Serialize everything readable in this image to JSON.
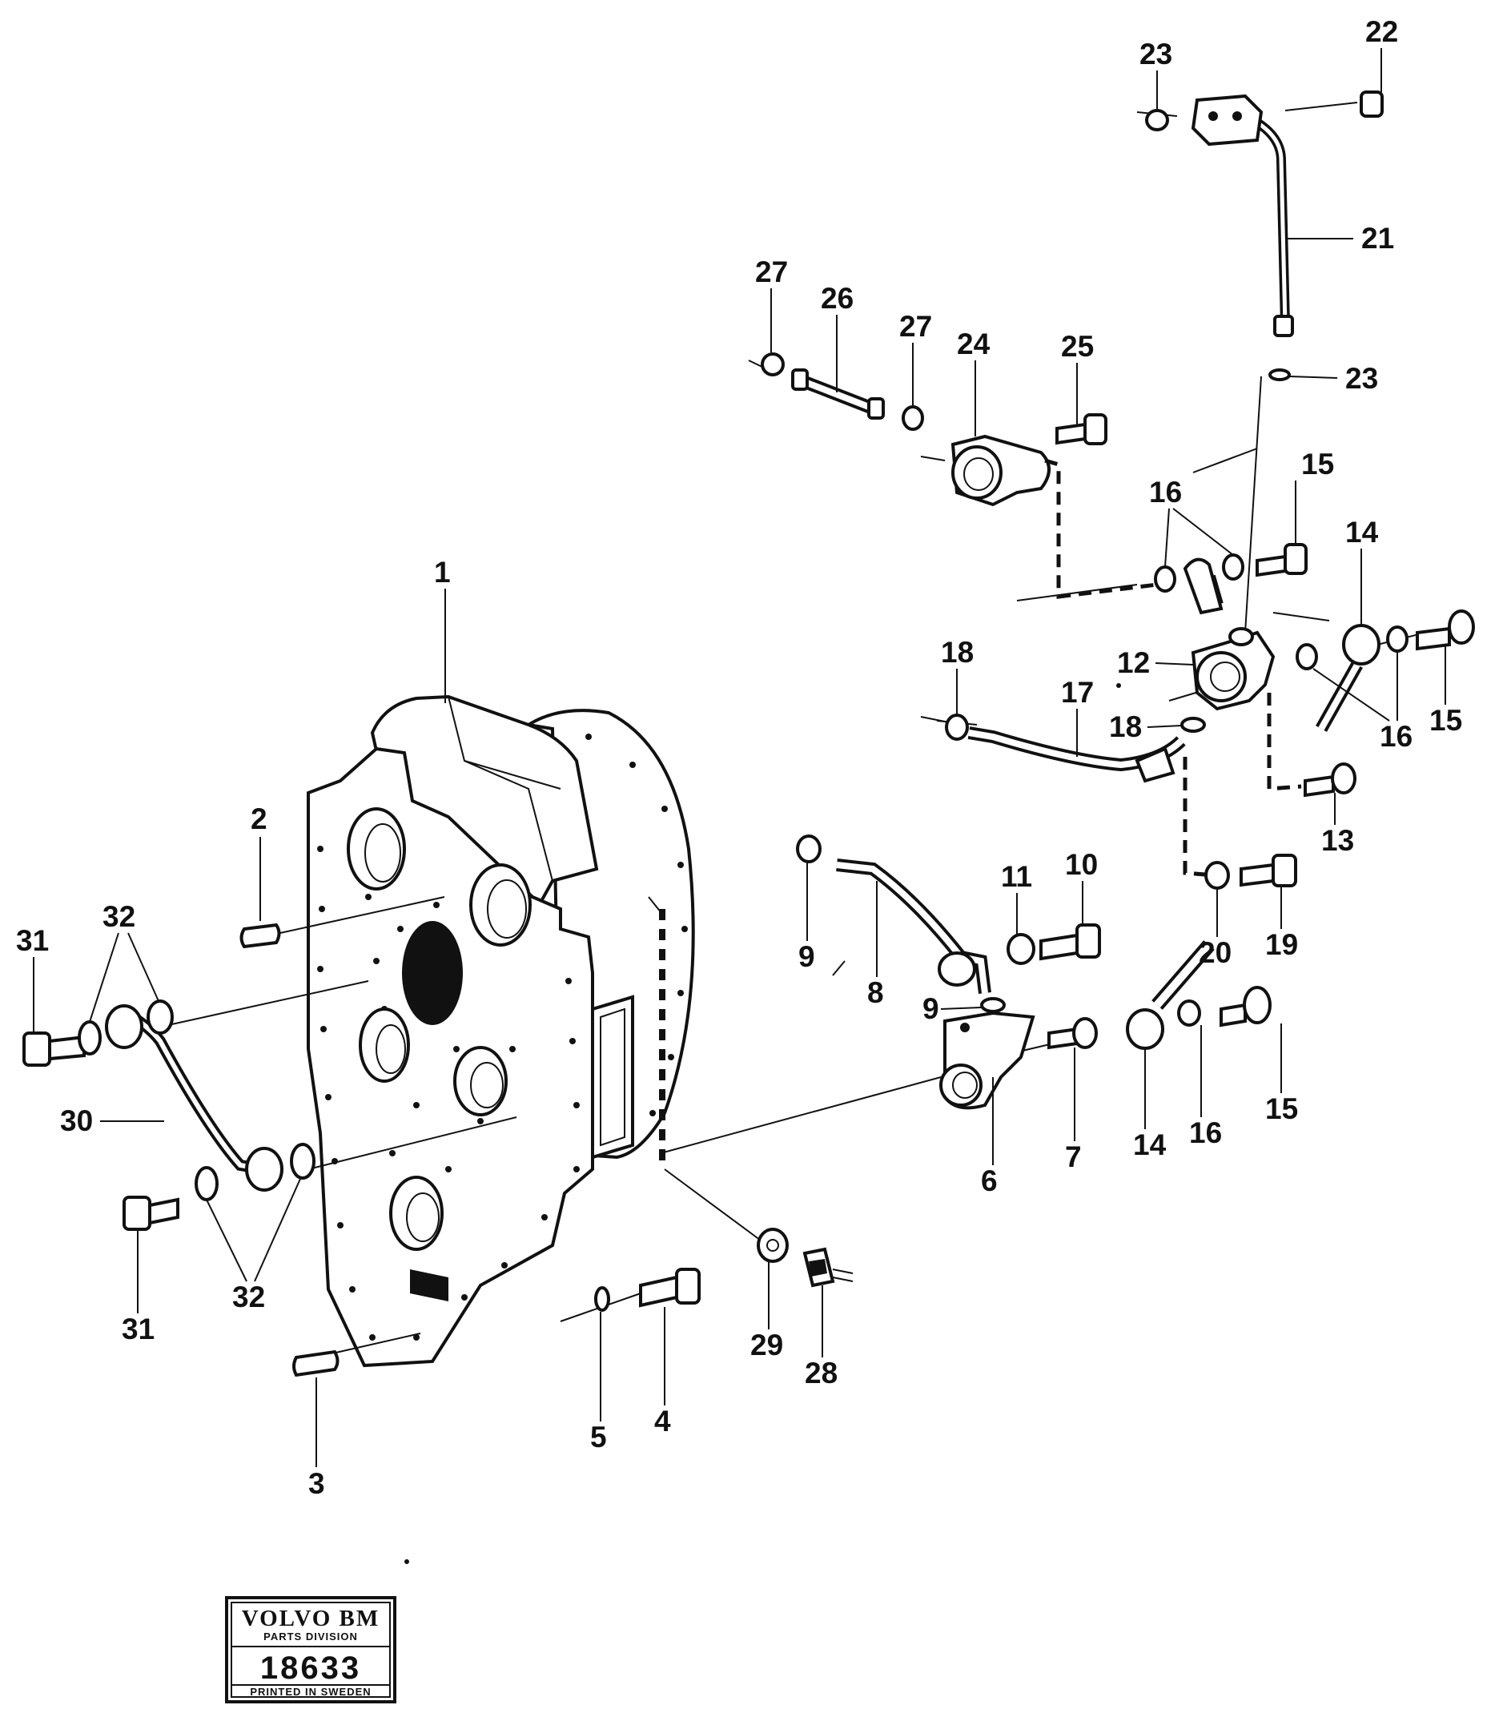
{
  "callouts": [
    "1",
    "2",
    "3",
    "4",
    "5",
    "6",
    "7",
    "8",
    "9",
    "9",
    "10",
    "11",
    "12",
    "13",
    "14",
    "14",
    "15",
    "15",
    "15",
    "16",
    "16",
    "16",
    "17",
    "18",
    "18",
    "19",
    "20",
    "21",
    "22",
    "23",
    "23",
    "24",
    "25",
    "26",
    "27",
    "27",
    "28",
    "29",
    "30",
    "31",
    "31",
    "32",
    "32"
  ],
  "stamp": {
    "brand": "VOLVO BM",
    "division": "PARTS DIVISION",
    "number": "18633",
    "printed": "PRINTED IN SWEDEN"
  },
  "colors": {
    "ink": "#111111",
    "paper": "#ffffff"
  }
}
